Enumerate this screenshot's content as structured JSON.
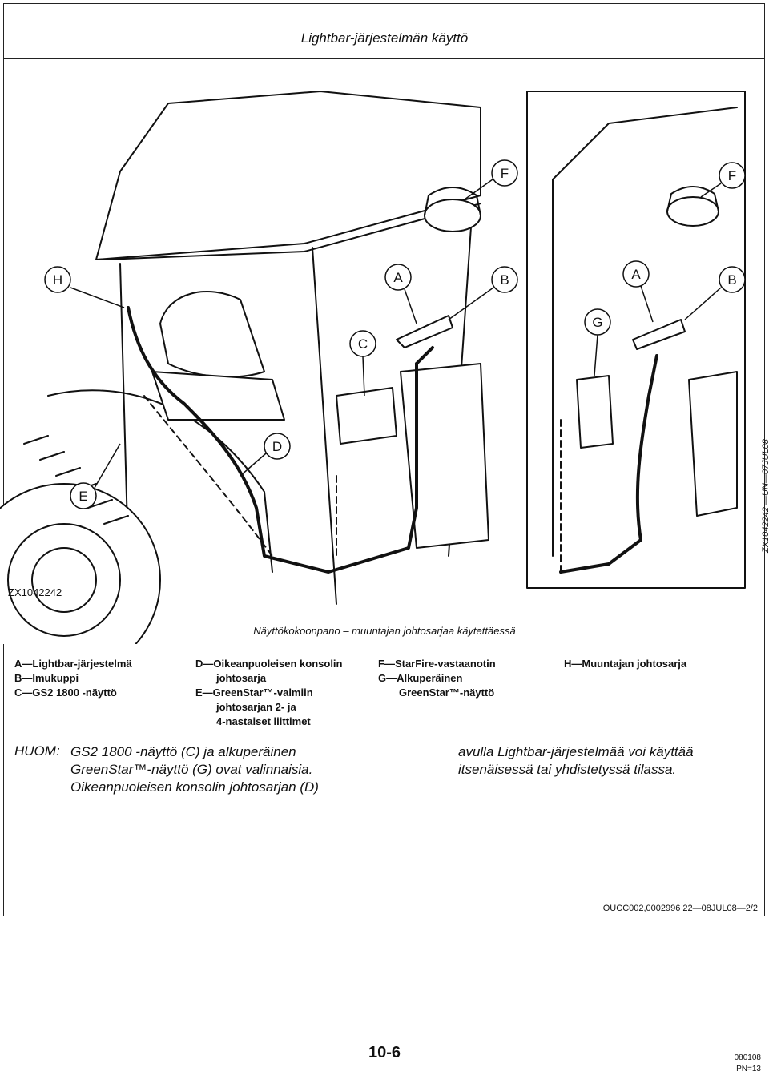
{
  "header": {
    "title": "Lightbar-järjestelmän käyttö"
  },
  "figure": {
    "callouts": {
      "h": "H",
      "e": "E",
      "d": "D",
      "c": "C",
      "a1": "A",
      "b1": "B",
      "f1": "F",
      "f2": "F",
      "g": "G",
      "a2": "A",
      "b2": "B"
    },
    "figure_id": "ZX1042242",
    "side_id": "ZX1042242 —UN—07JUL08",
    "caption": "Näyttökokoonpano – muuntajan johtosarjaa käytettäessä"
  },
  "legend": {
    "col1": [
      "A—Lightbar-järjestelmä",
      "B—Imukuppi",
      "C—GS2 1800 -näyttö"
    ],
    "col2": [
      "D—Oikeanpuoleisen konsolin",
      "johtosarja",
      "E—GreenStar™-valmiin",
      "johtosarjan 2- ja",
      "4-nastaiset liittimet"
    ],
    "col3": [
      "F—StarFire-vastaanotin",
      "G—Alkuperäinen",
      "GreenStar™-näyttö"
    ],
    "col4": [
      "H—Muuntajan johtosarja"
    ]
  },
  "note": {
    "label": "HUOM:",
    "left": [
      "GS2 1800 -näyttö (C) ja alkuperäinen",
      "GreenStar™-näyttö (G) ovat valinnaisia.",
      "Oikeanpuoleisen konsolin johtosarjan (D)"
    ],
    "right": [
      "avulla Lightbar-järjestelmää voi käyttää",
      "itsenäisessä tai yhdistetyssä tilassa."
    ]
  },
  "footer": {
    "ref": "OUCC002,0002996    22—08JUL08—2/2",
    "page_number": "10-6",
    "code1": "080108",
    "code2": "PN=13"
  }
}
